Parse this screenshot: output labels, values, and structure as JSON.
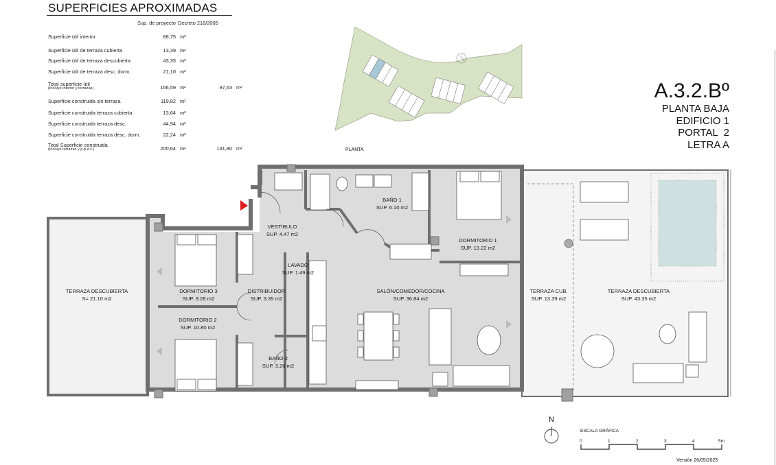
{
  "surfaces": {
    "title": "SUPERFICIES APROXIMADAS",
    "col_headers": [
      "Sup. de proyecto",
      "Decreto 218/2005"
    ],
    "unit": "m²",
    "rows": [
      {
        "label": "Superficie útil interior",
        "sub": "",
        "project": "88,75",
        "decreto": ""
      },
      {
        "label": "Superficie útil de terraza cubierta",
        "sub": "",
        "project": "13,39",
        "decreto": ""
      },
      {
        "label": "Superficie útil de terraza descubierta",
        "sub": "",
        "project": "43,35",
        "decreto": ""
      },
      {
        "label": "Superficie útil de terraza desc. dorm.",
        "sub": "",
        "project": "21,10",
        "decreto": ""
      },
      {
        "label": "Total superficie útil",
        "sub": "(Incluye interior y terrazas)",
        "project": "166,59",
        "decreto": "97,63"
      },
      {
        "label": "Superficie construida sin terraza",
        "sub": "",
        "project": "119,82",
        "decreto": ""
      },
      {
        "label": "Superficie construida terraza cubierta",
        "sub": "",
        "project": "13,64",
        "decreto": ""
      },
      {
        "label": "Superficie construida terraza desc.",
        "sub": "",
        "project": "44,94",
        "decreto": ""
      },
      {
        "label": "Superficie construida terraza desc. dorm.",
        "sub": "",
        "project": "22,24",
        "decreto": ""
      },
      {
        "label": "Total Superficie construida",
        "sub": "(Incluye terrazas y p.p.z.c.)",
        "project": "200,64",
        "decreto": "131,80"
      }
    ]
  },
  "unit_info": {
    "code": "A.3.2.Bº",
    "floor": "PLANTA BAJA",
    "building": "EDIFICIO 1",
    "portal": "PORTAL  2",
    "letter": "LETRA A"
  },
  "site_plan": {
    "label": "PLANTA",
    "colors": {
      "land": "#d7e3c4",
      "highlight": "#a8c8d8"
    }
  },
  "rooms": [
    {
      "id": "bano1",
      "name": "BAÑO 1",
      "area": "SUP. 6.10 m2"
    },
    {
      "id": "vestibulo",
      "name": "VESTÍBULO",
      "area": "SUP. 4.47 m2"
    },
    {
      "id": "dormitorio1",
      "name": "DORMITORIO 1",
      "area": "SUP. 13.22 m2"
    },
    {
      "id": "lavado",
      "name": "LAVADO",
      "area": "SUP. 1.49 m2"
    },
    {
      "id": "terraza_desc_dorm",
      "name": "TERRAZA DESCUBIERTA",
      "area": "S= 21.10 m2"
    },
    {
      "id": "dormitorio3",
      "name": "DORMITORIO 3",
      "area": "SUP. 9.28 m2"
    },
    {
      "id": "distribuidor",
      "name": "DISTRIBUIDOR",
      "area": "SUP. 3.35 m2"
    },
    {
      "id": "salon",
      "name": "SALÓN/COMEDOR/COCINA",
      "area": "SUP. 36.84 m2"
    },
    {
      "id": "terraza_cub",
      "name": "TERRAZA CUB.",
      "area": "SUP. 13.39 m2"
    },
    {
      "id": "terraza_desc",
      "name": "TERRAZA DESCUBIERTA",
      "area": "SUP. 43.35 m2"
    },
    {
      "id": "dormitorio2",
      "name": "DORMITORIO 2",
      "area": "SUP. 10.80 m2"
    },
    {
      "id": "bano2",
      "name": "BAÑO 2",
      "area": "SUP. 3.20 m2"
    }
  ],
  "plan_colors": {
    "wall": "#6f6f6f",
    "floor": "#dcdcdc",
    "terrace": "#f2f2f2",
    "pool": "#cfe0e0",
    "entry_arrow": "#e01b1b"
  },
  "north": {
    "label": "N"
  },
  "scale": {
    "title": "ESCALA GRÁFICA",
    "ticks": [
      "0",
      "1",
      "2",
      "3",
      "4",
      "5m"
    ]
  },
  "version": "Versión 26/05/2025"
}
